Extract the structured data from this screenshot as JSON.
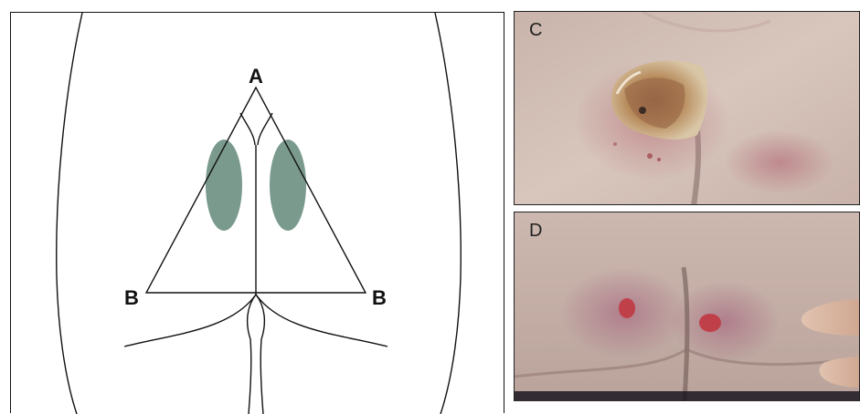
{
  "schematic": {
    "apex_label": "A",
    "left_base_label": "B",
    "right_base_label": "B"
  },
  "photos": {
    "top": {
      "label": "C"
    },
    "bottom": {
      "label": "D"
    }
  },
  "colors": {
    "injection_zone": "#7a9a8e",
    "outline": "#111111",
    "skin": "#d3bfb6",
    "lesion": "#c0404a"
  }
}
